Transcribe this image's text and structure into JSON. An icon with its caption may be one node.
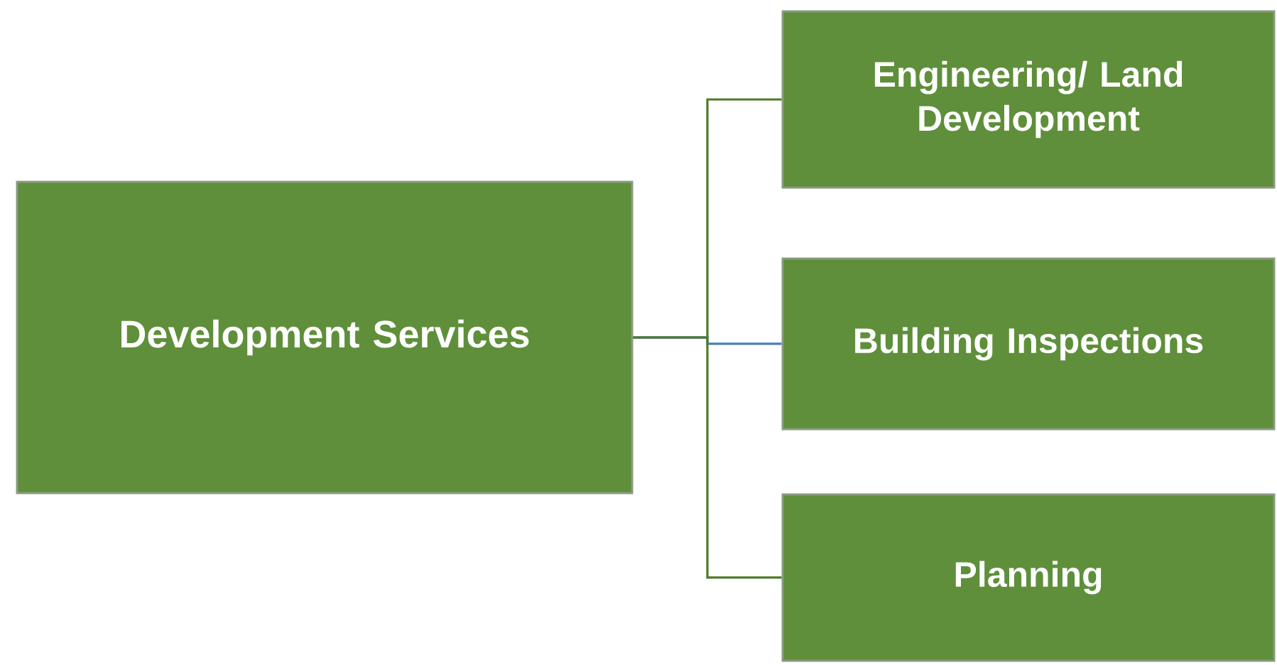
{
  "diagram": {
    "nodes": [
      {
        "text": [
          "Development Services"
        ]
      },
      {
        "text": [
          "Engineering/ Land Development"
        ]
      },
      {
        "text": [
          "Building Inspections"
        ]
      },
      {
        "text": [
          "Planning"
        ]
      }
    ],
    "edges": [
      {
        "from": 0,
        "to": 1,
        "arrow": "none"
      },
      {
        "from": 0,
        "to": 2,
        "arrow": "none",
        "color": "#4a7ebb"
      },
      {
        "from": 0,
        "to": 3,
        "arrow": "none"
      }
    ]
  }
}
